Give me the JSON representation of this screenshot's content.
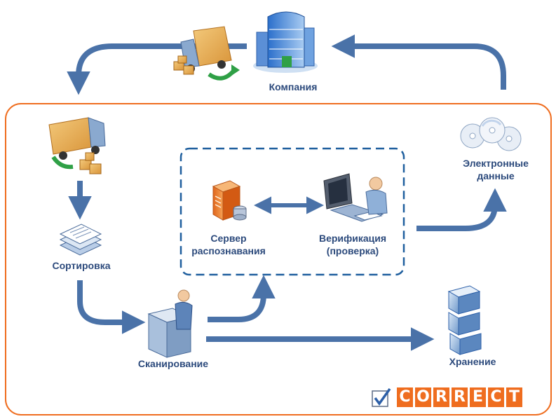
{
  "labels": {
    "company": "Компания",
    "edata_1": "Электронные",
    "edata_2": "данные",
    "sorting": "Сортировка",
    "server_1": "Сервер",
    "server_2": "распознавания",
    "verify_1": "Верификация",
    "verify_2": "(проверка)",
    "scanning": "Сканирование",
    "storage": "Хранение"
  },
  "logo": {
    "letters": [
      "C",
      "O",
      "R",
      "R",
      "E",
      "C",
      "T"
    ],
    "accent": "#ef6d1f"
  },
  "colors": {
    "frame": "#ef6d1f",
    "dashed_box": "#1f5f9e",
    "arrow": "#4a72a8",
    "text": "#2c4a7c"
  },
  "icons": [
    "delivery-truck-icon",
    "company-building-icon",
    "cd-discs-icon",
    "document-stack-icon",
    "server-icon",
    "verification-operator-icon",
    "scanner-operator-icon",
    "storage-blocks-icon"
  ]
}
